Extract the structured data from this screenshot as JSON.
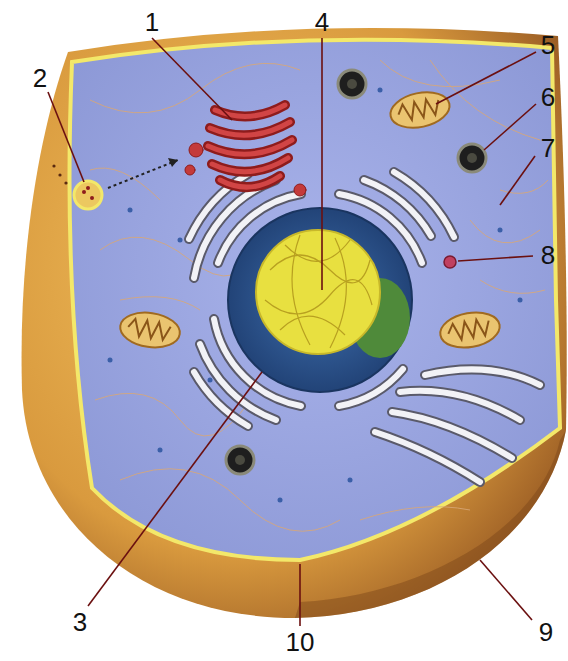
{
  "diagram": {
    "labels": [
      "1",
      "4",
      "5",
      "2",
      "6",
      "7",
      "8",
      "3",
      "9",
      "10"
    ]
  }
}
